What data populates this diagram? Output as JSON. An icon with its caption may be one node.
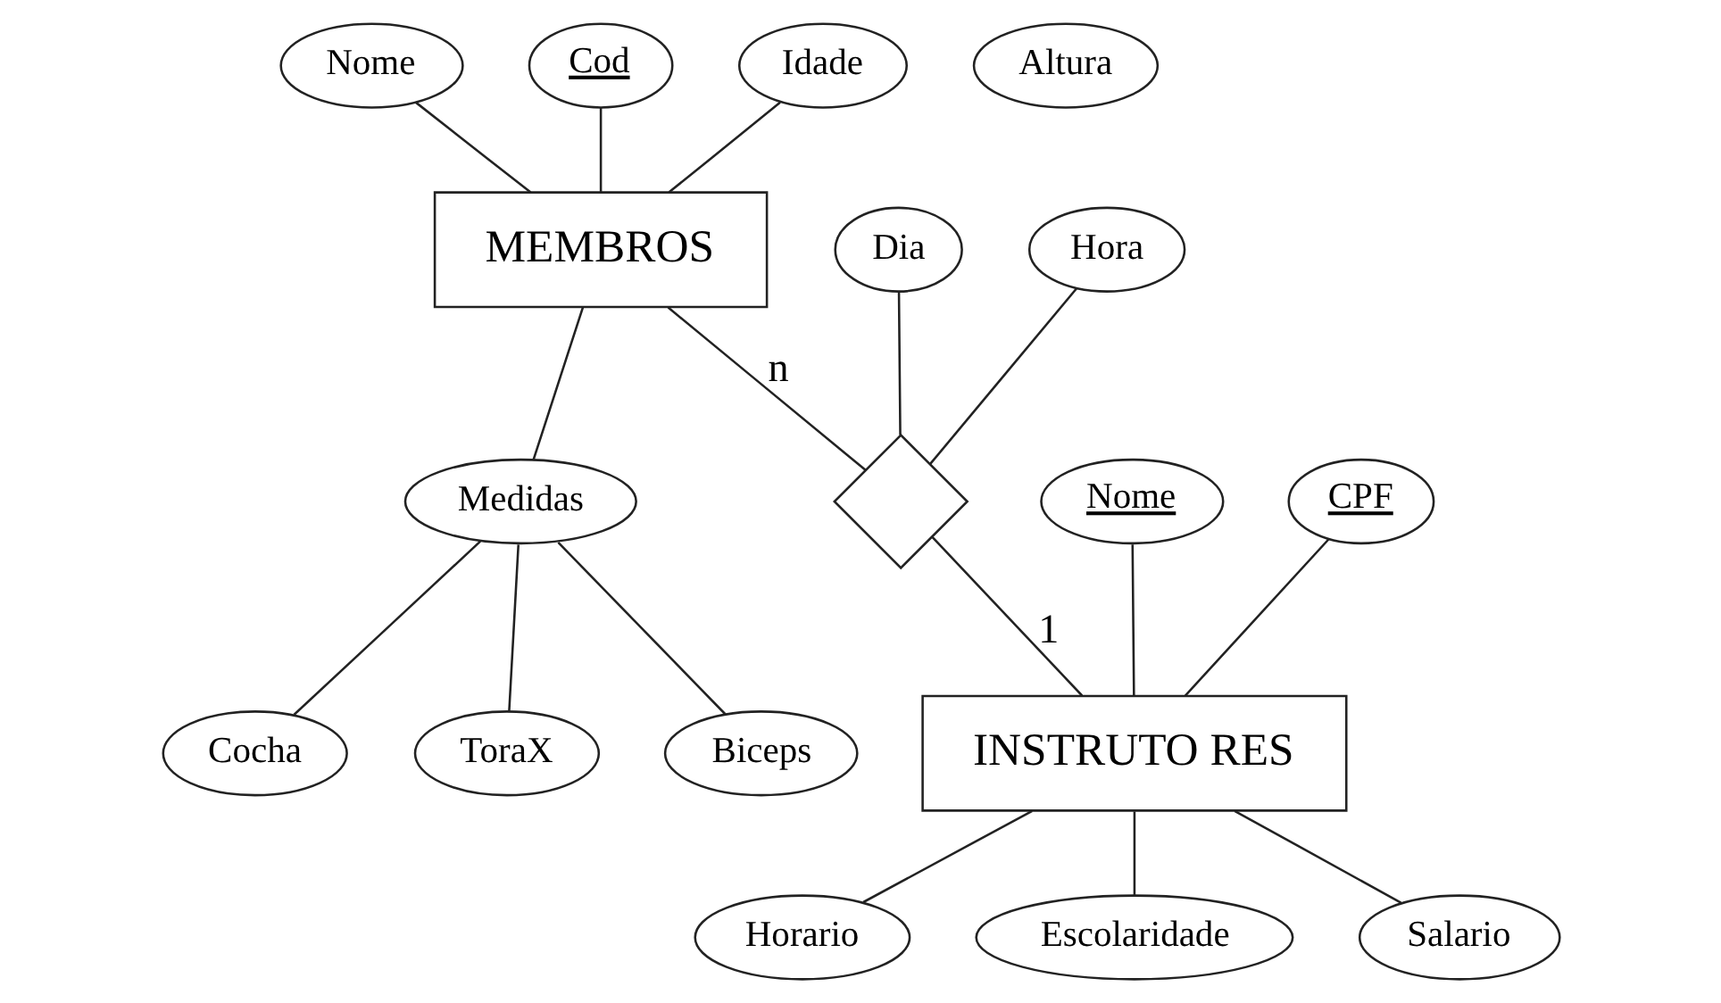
{
  "diagram": {
    "nodes": [
      {
        "text": [
          "Nome"
        ]
      },
      {
        "text": [
          "Altura"
        ]
      },
      {
        "text": [
          "Cod"
        ]
      },
      {
        "text": [
          "Idade"
        ]
      },
      {
        "text": [
          "MEMBROS"
        ]
      },
      {
        "text": [
          "Medidas"
        ]
      },
      {
        "text": [
          "Cocha"
        ]
      },
      {
        "text": [
          "ToraX"
        ]
      },
      {
        "text": [
          "Biceps"
        ]
      },
      {
        "text": [
          "Nome"
        ]
      },
      {
        "text": [
          "CPF"
        ]
      },
      {
        "text": [
          "INSTRUTO RES"
        ]
      },
      {
        "text": [],
        "shape": "diamond"
      },
      {
        "text": [
          "Dia"
        ]
      },
      {
        "text": [
          "Hora"
        ]
      },
      {
        "text": [
          "Horario"
        ]
      },
      {
        "text": [
          "Escolaridade"
        ]
      },
      {
        "text": [
          "Salario"
        ]
      }
    ],
    "edges": [
      {
        "from": 0,
        "to": 4,
        "arrow": "none"
      },
      {
        "from": 2,
        "to": 4,
        "arrow": "none"
      },
      {
        "from": 3,
        "to": 4,
        "arrow": "none"
      },
      {
        "from": 4,
        "to": 5,
        "arrow": "none"
      },
      {
        "from": 5,
        "to": 7,
        "arrow": "none"
      },
      {
        "from": 5,
        "to": 6,
        "arrow": "none"
      },
      {
        "from": 5,
        "to": 8,
        "arrow": "none"
      },
      {
        "from": 4,
        "to": 12,
        "label": "n",
        "arrow": "none"
      },
      {
        "from": 13,
        "to": 12,
        "arrow": "none"
      },
      {
        "from": 14,
        "to": 12,
        "arrow": "none"
      },
      {
        "from": 12,
        "to": 11,
        "label": "1",
        "arrow": "none"
      },
      {
        "from": 9,
        "to": 11,
        "arrow": "none"
      },
      {
        "from": 10,
        "to": 11,
        "arrow": "none"
      },
      {
        "from": 11,
        "to": 15,
        "arrow": "none"
      },
      {
        "from": 11,
        "to": 16,
        "arrow": "none"
      },
      {
        "from": 11,
        "to": 17,
        "arrow": "none"
      }
    ]
  }
}
